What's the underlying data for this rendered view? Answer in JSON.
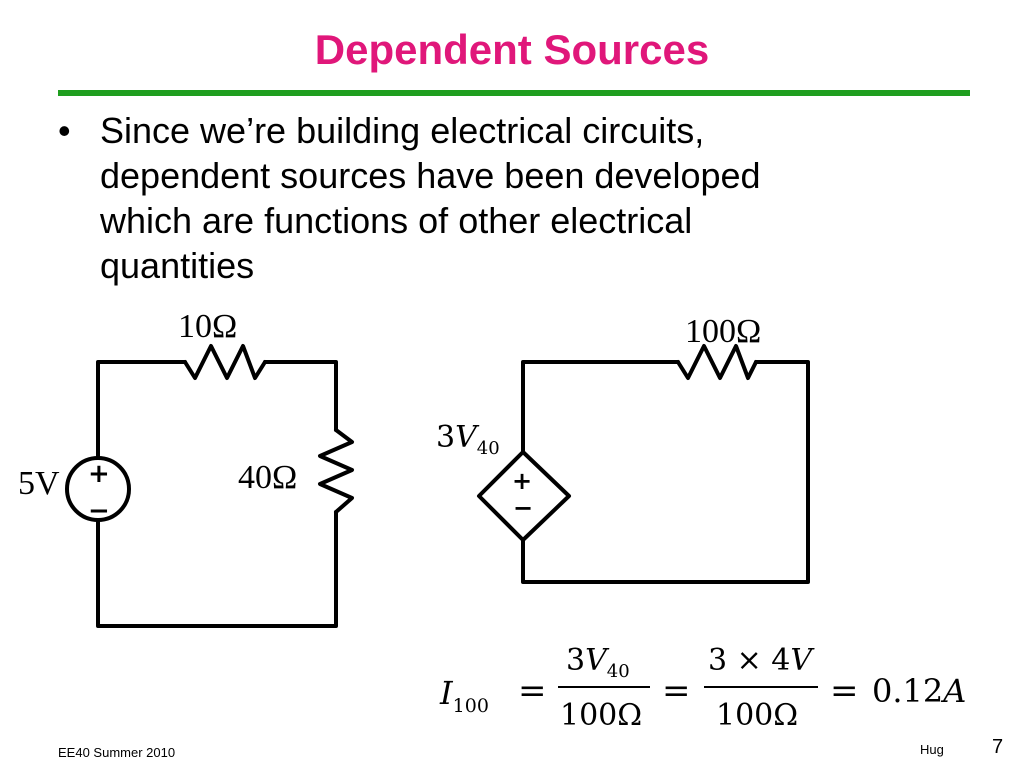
{
  "slide": {
    "title": "Dependent Sources",
    "bullet_lines": [
      "Since we’re building electrical circuits,",
      "dependent sources have been developed",
      "which are functions of other electrical",
      "quantities"
    ],
    "footer": {
      "course": "EE40 Summer 2010",
      "author": "Hug",
      "page_number": "7"
    },
    "colors": {
      "title": "#e0177a",
      "rule": "#1f9e1f"
    }
  },
  "circuit_left": {
    "resistor_top_label": "10Ω",
    "resistor_right_label": "40Ω",
    "source_label": "5V",
    "source_plus": "+",
    "source_minus": "−"
  },
  "circuit_right": {
    "resistor_label": "100Ω",
    "source_label_coef": "3",
    "source_label_var": "V",
    "source_label_sub": "40",
    "source_plus": "+",
    "source_minus": "−"
  },
  "equation": {
    "lhs_var": "I",
    "lhs_sub": "100",
    "eq1": "=",
    "frac1_num_coef": "3",
    "frac1_num_var": "V",
    "frac1_num_sub": "40",
    "frac1_den": "100Ω",
    "eq2": "=",
    "frac2_num": "3 × 4",
    "frac2_num_var": "V",
    "frac2_den": "100Ω",
    "eq3": "=",
    "result": "0.12",
    "result_unit": "A"
  }
}
